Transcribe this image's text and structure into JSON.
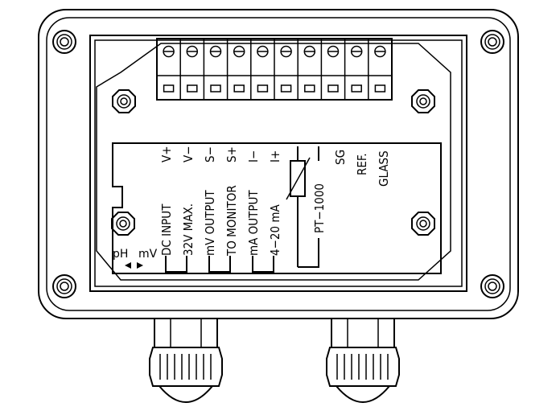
{
  "diagram": {
    "terminals_count": 10,
    "labels": {
      "v_plus": "V+",
      "v_minus": "V−",
      "s_minus": "S−",
      "s_plus": "S+",
      "i_minus": "I−",
      "i_plus": "I+",
      "dc_input": "DC INPUT",
      "max_32v": "32V MAX.",
      "mv_output": "mV OUTPUT",
      "to_monitor": "TO MONITOR",
      "ma_output": "mA OUTPUT",
      "ma_range": "4−20 mA",
      "pt1000": "PT−1000",
      "sg": "SG",
      "ref": "REF.",
      "glass": "GLASS",
      "ph": "pH",
      "mv": "mV"
    },
    "colors": {
      "ink": "#000000",
      "paper": "#ffffff"
    }
  }
}
